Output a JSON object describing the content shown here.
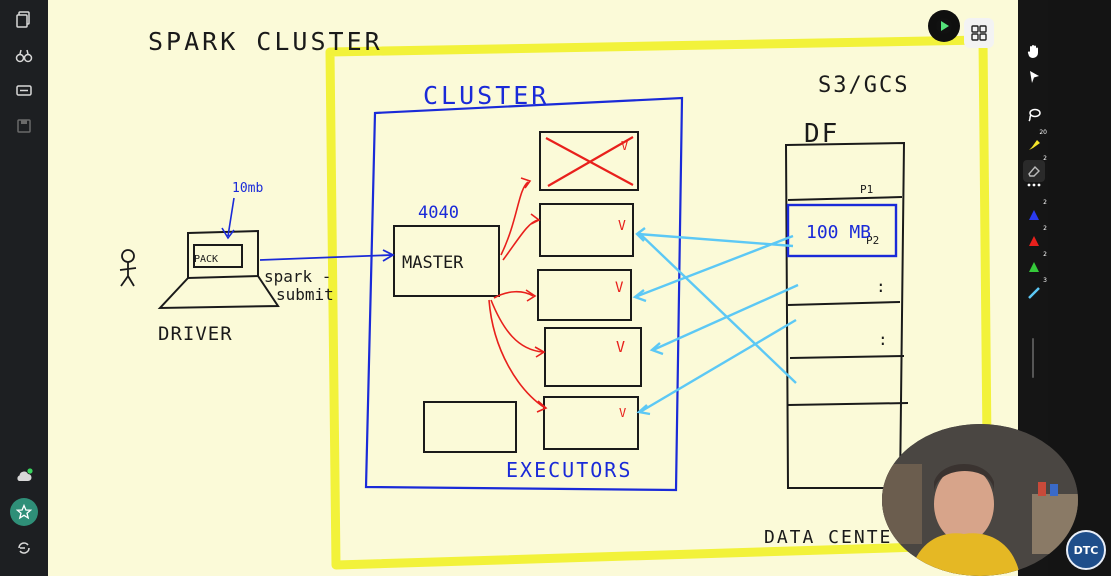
{
  "drawing": {
    "title": "SPARK CLUSTER",
    "cluster_label": "CLUSTER",
    "port": "4040",
    "master": "MASTER",
    "executors": "EXECUTORS",
    "driver": "DRIVER",
    "pack": "PACK",
    "size_label": "10mb",
    "spark_submit_1": "spark -",
    "spark_submit_2": "submit",
    "storage": "S3/GCS",
    "df": "DF",
    "p1": "P1",
    "p2": "P2",
    "size_100": "100 MB",
    "data_center": "DATA CENTE",
    "check": "V"
  },
  "toolbar": {
    "tools": [
      {
        "name": "hand-icon",
        "count": ""
      },
      {
        "name": "pointer-icon",
        "count": ""
      },
      {
        "name": "lasso-icon",
        "count": ""
      },
      {
        "name": "highlighter-yellow-icon",
        "count": "20"
      },
      {
        "name": "eraser-icon",
        "count": "2"
      },
      {
        "name": "more-icon",
        "count": ""
      },
      {
        "name": "pen-blue-icon",
        "count": "2"
      },
      {
        "name": "pen-red-icon",
        "count": "2"
      },
      {
        "name": "pen-green-icon",
        "count": "2"
      },
      {
        "name": "pen-cyan-icon",
        "count": "3"
      }
    ]
  },
  "badge": {
    "logo_text": "DTC"
  },
  "colors": {
    "board": "#fbfad8",
    "ink_black": "#1a1a1a",
    "ink_blue": "#1a2ad8",
    "ink_red": "#e8201c",
    "ink_yellow": "#f2f23a",
    "ink_cyan": "#5cc8f5"
  }
}
